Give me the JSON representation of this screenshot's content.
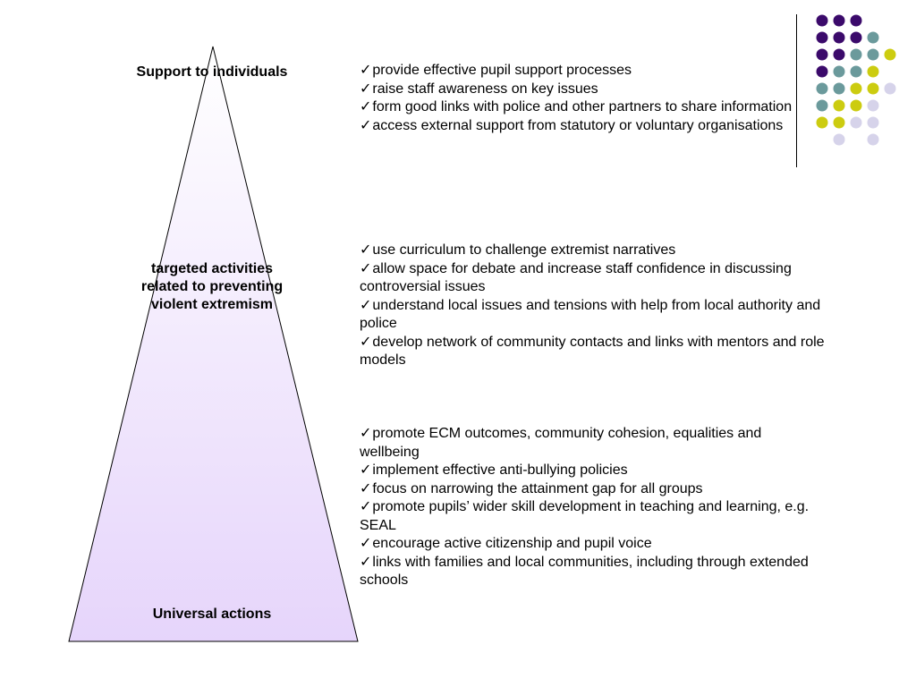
{
  "pyramid": {
    "gradient_top": "#ffffff",
    "gradient_bottom": "#e6d5fb",
    "stroke": "#000000",
    "labels": {
      "top": "Support to individuals",
      "middle": "targeted activities related to preventing violent extremism",
      "bottom": "Universal actions"
    }
  },
  "check_glyph": "✓",
  "groups": {
    "top": [
      "provide effective pupil support processes",
      "raise staff awareness on key issues",
      "form good links with police and other partners to share information",
      "access external support from statutory or voluntary organisations"
    ],
    "middle": [
      "use curriculum to challenge extremist narratives",
      "allow space for debate and increase staff confidence in discussing controversial issues",
      "understand local issues and tensions with help from local authority and police",
      "develop network of community contacts and links with mentors and role models"
    ],
    "bottom": [
      "promote ECM outcomes, community cohesion, equalities and wellbeing",
      "implement effective anti-bullying policies",
      "focus on narrowing the attainment gap for all groups",
      "promote pupils’ wider skill development in teaching and learning, e.g. SEAL",
      "encourage active citizenship and pupil voice",
      "links with families and local communities, including through extended schools"
    ]
  },
  "decoration": {
    "colors": {
      "purple": "#3b0a6b",
      "teal": "#6b9a9c",
      "yellow": "#cccc10",
      "lavender": "#d6d3ea"
    },
    "dot_grid": [
      [
        "purple",
        "purple",
        "purple",
        null,
        null
      ],
      [
        "purple",
        "purple",
        "purple",
        "teal",
        null
      ],
      [
        "purple",
        "purple",
        "teal",
        "teal",
        "yellow"
      ],
      [
        "purple",
        "teal",
        "teal",
        "yellow",
        null
      ],
      [
        "teal",
        "teal",
        "yellow",
        "yellow",
        "lavender"
      ],
      [
        "teal",
        "yellow",
        "yellow",
        "lavender",
        null
      ],
      [
        "yellow",
        "yellow",
        "lavender",
        "lavender",
        null
      ],
      [
        null,
        "lavender",
        null,
        "lavender",
        null
      ]
    ]
  }
}
